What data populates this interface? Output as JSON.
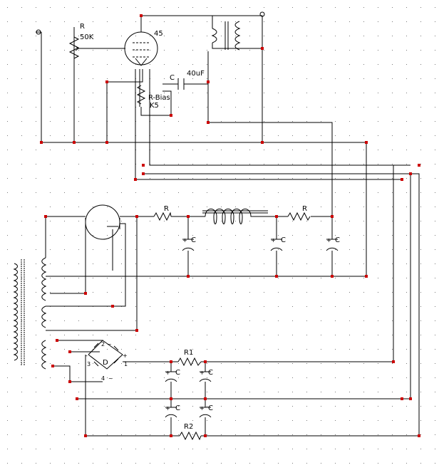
{
  "labels": {
    "pot_ref": "R",
    "pot_val": "50K",
    "tube_name": "45",
    "cap_ref": "C",
    "cap_val": "40uF",
    "rbias_ref": "R-Bias",
    "rbias_val": "K5",
    "filter_r1": "R",
    "filter_r2": "R",
    "cap_c": "C",
    "rect_d": "D",
    "bridge_r1": "R1",
    "bridge_r2": "R2",
    "plus": "+",
    "minus": "-",
    "tilde": "~",
    "pin1": "1",
    "pin2": "2",
    "pin3": "3",
    "pin4": "4"
  },
  "colors": {
    "wire": "#000000",
    "node": "#cc0000",
    "grid": "#7a7a7a"
  }
}
